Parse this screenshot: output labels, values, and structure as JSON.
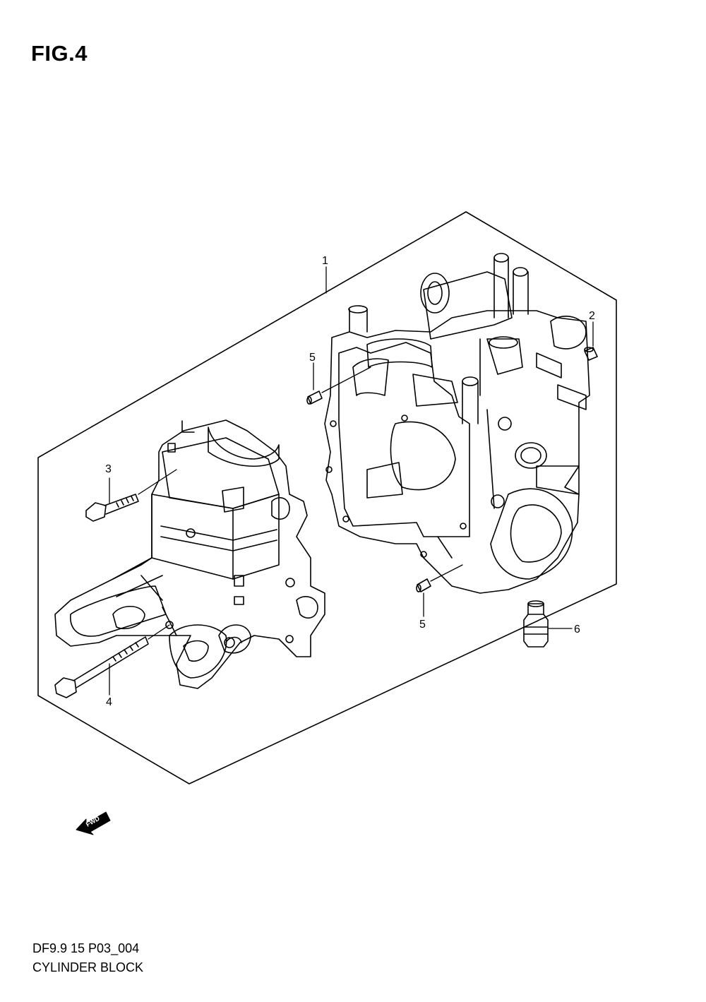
{
  "figure": {
    "title": "FIG.4"
  },
  "footer": {
    "code": "DF9.9 15 P03_004",
    "name": "CYLINDER BLOCK"
  },
  "fwd_label": "FWD",
  "callouts": [
    "1",
    "2",
    "3",
    "4",
    "5",
    "5",
    "6"
  ],
  "colors": {
    "line": "#000000",
    "background": "#ffffff"
  }
}
